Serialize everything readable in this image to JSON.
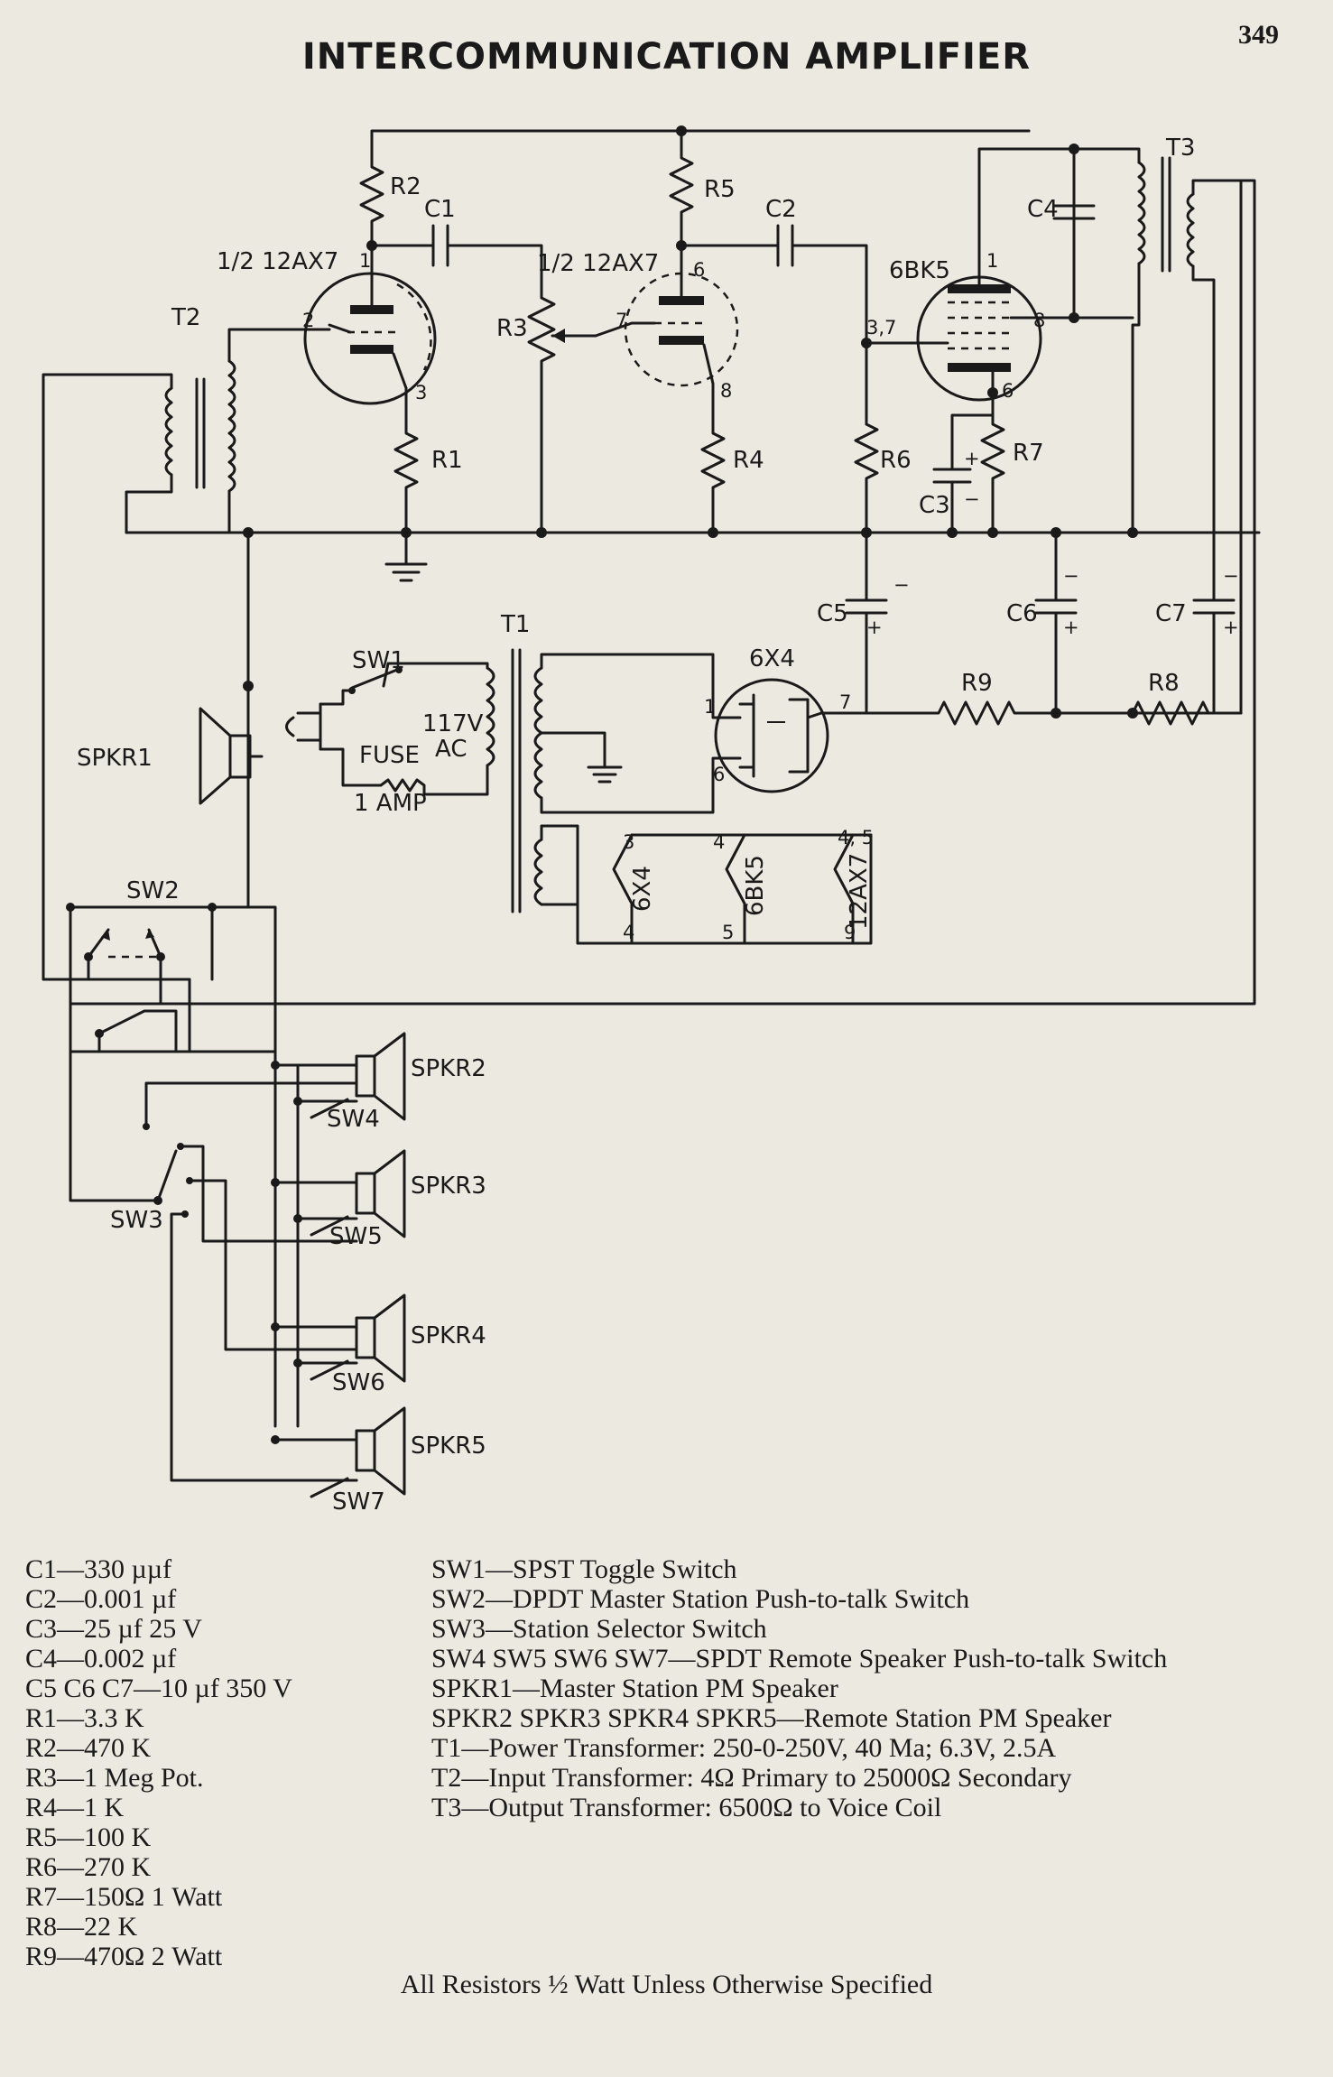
{
  "page_number": "349",
  "title": "INTERCOMMUNICATION AMPLIFIER",
  "diagram": {
    "labels": {
      "tube1": "1/2 12AX7",
      "tube2": "1/2 12AX7",
      "tube3": "6BK5",
      "rectifier": "6X4",
      "r1": "R1",
      "r2": "R2",
      "r3": "R3",
      "r4": "R4",
      "r5": "R5",
      "r6": "R6",
      "r7": "R7",
      "r8": "R8",
      "r9": "R9",
      "c1": "C1",
      "c2": "C2",
      "c3": "C3",
      "c4": "C4",
      "c5": "C5",
      "c6": "C6",
      "c7": "C7",
      "t1": "T1",
      "t2": "T2",
      "t3": "T3",
      "sw1": "SW1",
      "sw2": "SW2",
      "sw3": "SW3",
      "sw4": "SW4",
      "sw5": "SW5",
      "sw6": "SW6",
      "sw7": "SW7",
      "spkr1": "SPKR1",
      "spkr2": "SPKR2",
      "spkr3": "SPKR3",
      "spkr4": "SPKR4",
      "spkr5": "SPKR5",
      "ac_117v": "117V",
      "ac": "AC",
      "fuse": "FUSE",
      "fuse_rating": "1 AMP",
      "pin_1a": "1",
      "pin_2": "2",
      "pin_3": "3",
      "pin_6a": "6",
      "pin_7a": "7",
      "pin_8a": "8",
      "pin_1b": "1",
      "pin_37": "3,7",
      "pin_8b": "8",
      "pin_6b": "6",
      "pin_1c": "1",
      "pin_7c": "7",
      "pin_6c": "6",
      "heater_6x4": "6X4",
      "heater_6bk5": "6BK5",
      "heater_12ax7": "12AX7",
      "hpin_3": "3",
      "hpin_4a": "4",
      "hpin_4b": "4",
      "hpin_5": "5",
      "hpin_45": "4, 5",
      "hpin_9": "9",
      "plus": "+",
      "minus": "−"
    }
  },
  "legend_left": [
    "C1—330 µµf",
    "C2—0.001 µf",
    "C3—25 µf 25 V",
    "C4—0.002 µf",
    "C5 C6 C7—10 µf 350 V",
    "R1—3.3 K",
    "R2—470 K",
    "R3—1 Meg Pot.",
    "R4—1 K",
    "R5—100 K",
    "R6—270 K",
    "R7—150Ω 1 Watt",
    "R8—22 K",
    "R9—470Ω 2 Watt"
  ],
  "legend_right": [
    "SW1—SPST Toggle Switch",
    "SW2—DPDT Master Station Push-to-talk Switch",
    "SW3—Station Selector Switch",
    "SW4 SW5 SW6 SW7—SPDT Remote Speaker Push-to-talk Switch",
    "SPKR1—Master Station PM Speaker",
    "SPKR2 SPKR3 SPKR4 SPKR5—Remote Station PM Speaker",
    "T1—Power Transformer: 250-0-250V, 40 Ma; 6.3V, 2.5A",
    "T2—Input Transformer: 4Ω Primary to 25000Ω Secondary",
    "T3—Output Transformer: 6500Ω to Voice Coil"
  ],
  "footer_note": "All Resistors ½ Watt Unless Otherwise Specified"
}
